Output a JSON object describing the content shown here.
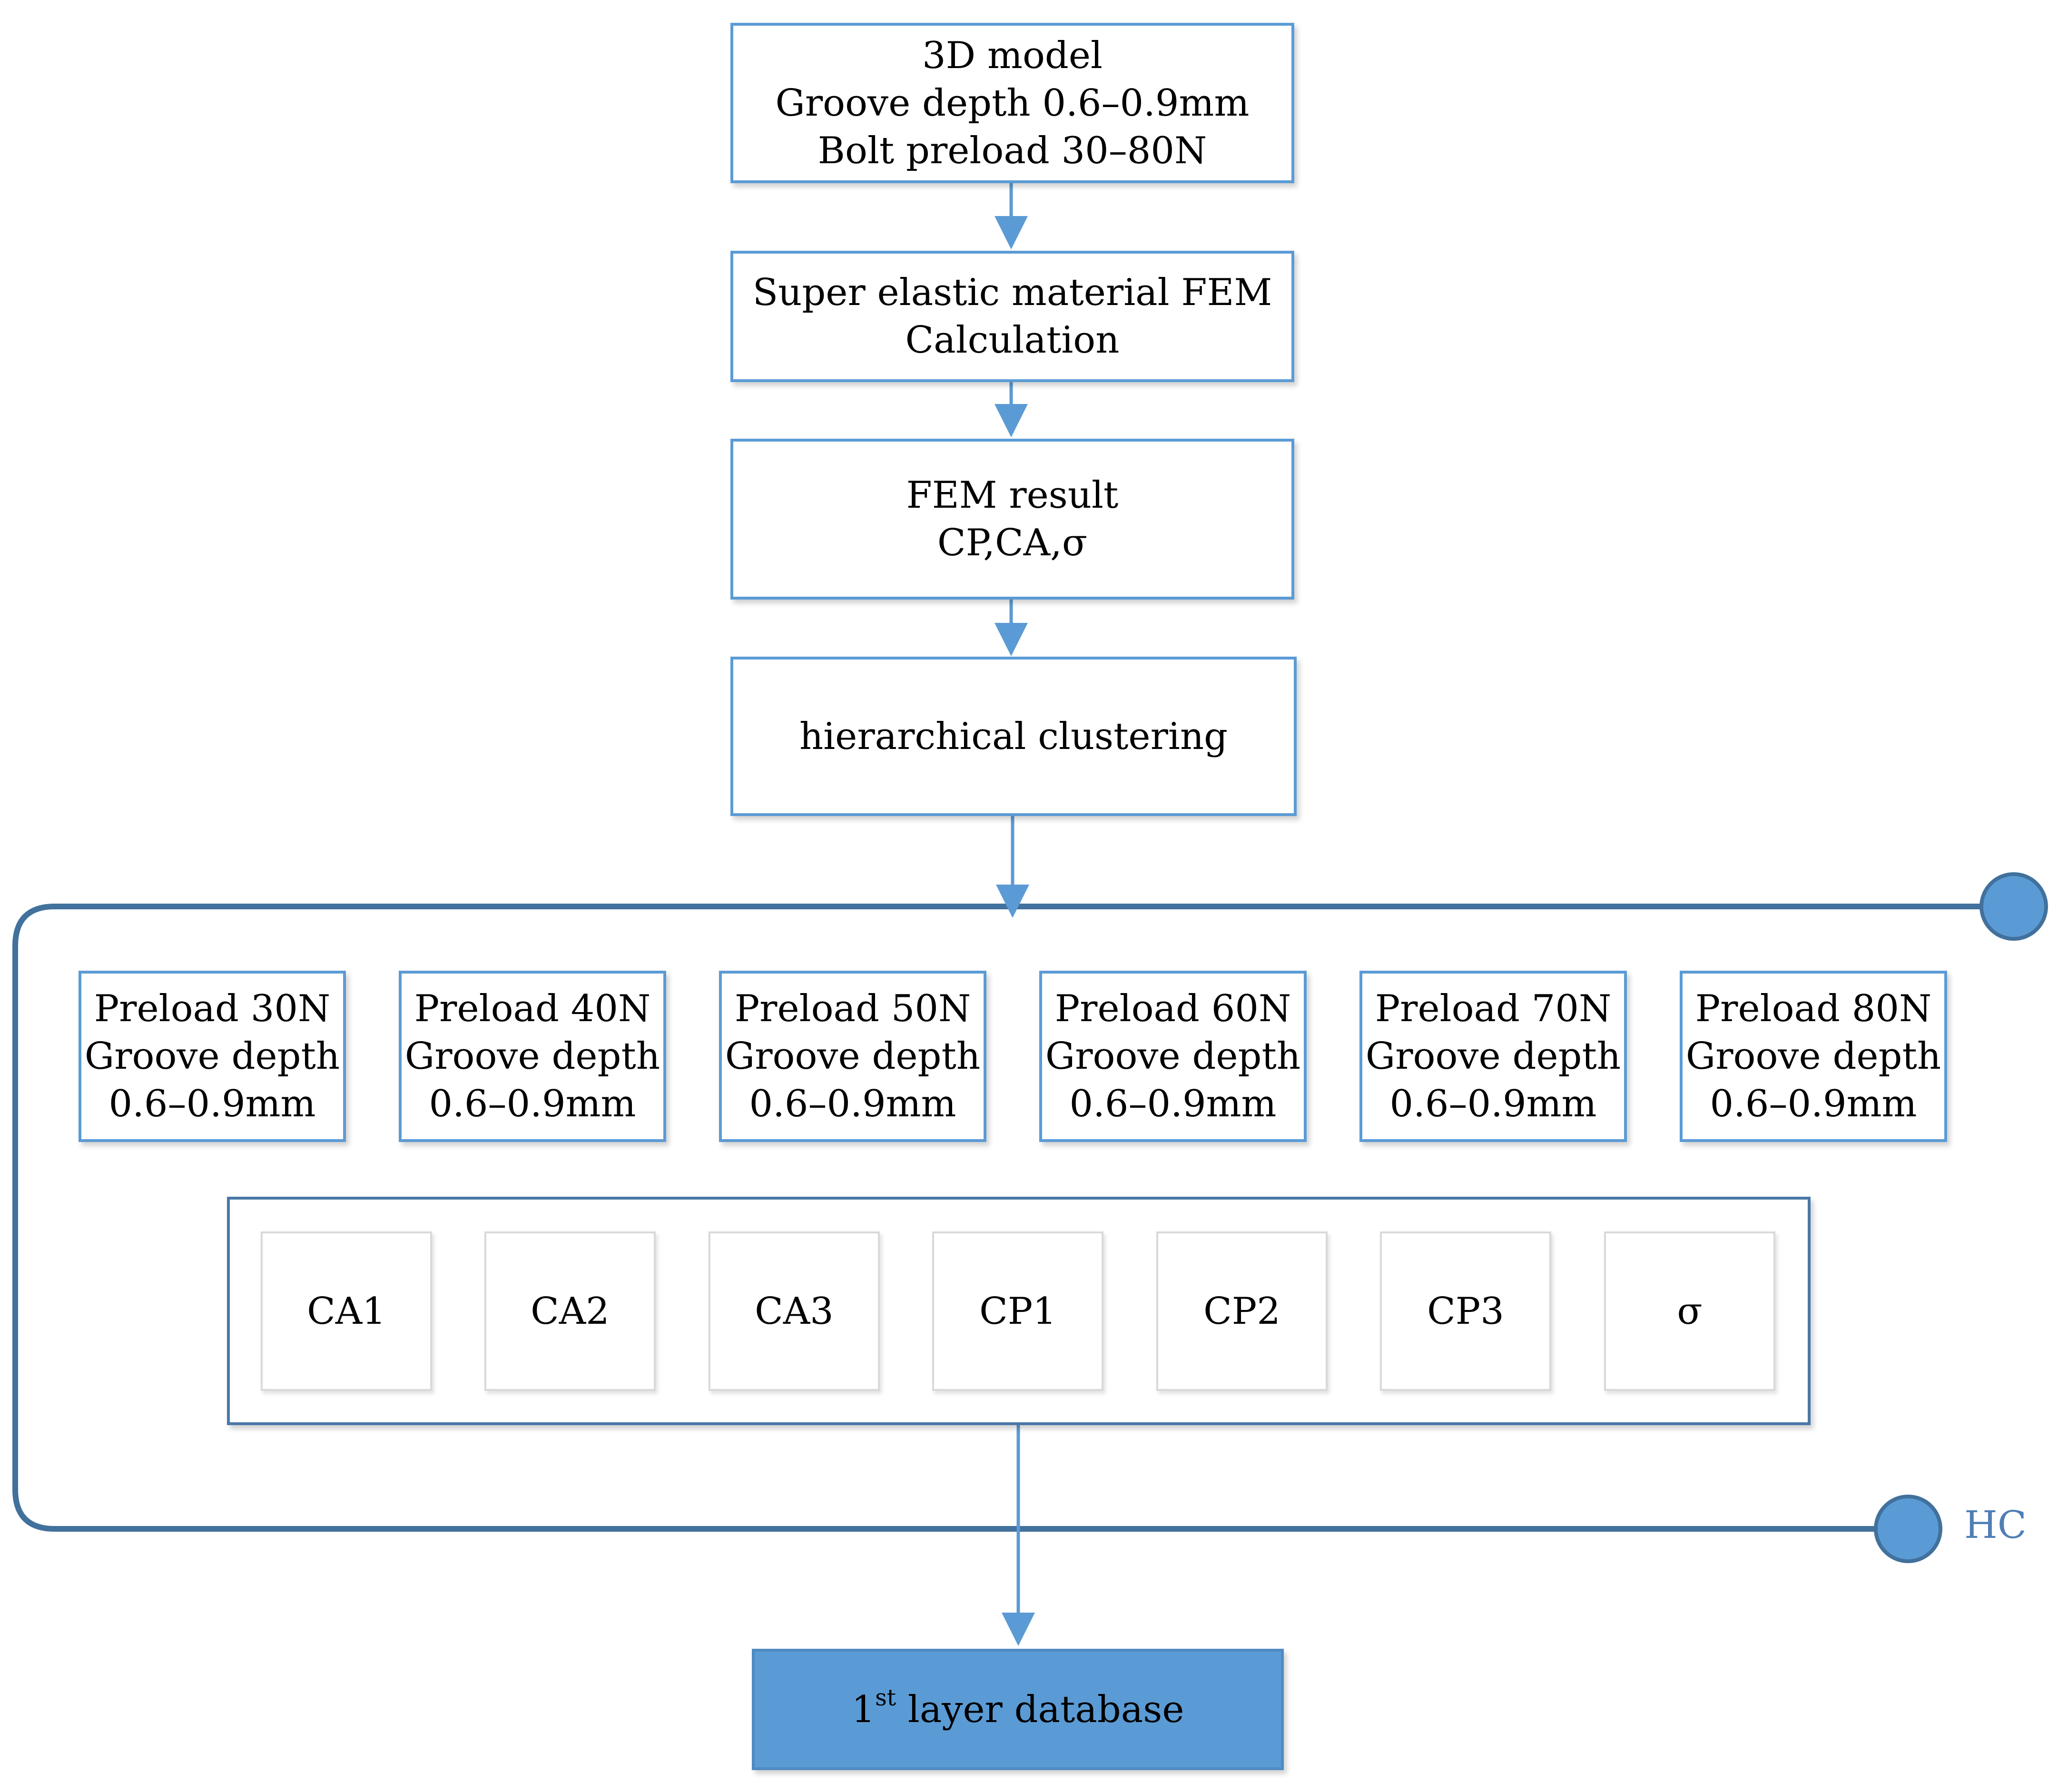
{
  "flow": {
    "model": [
      "3D model",
      "Groove depth 0.6–0.9mm",
      "Bolt preload 30–80N"
    ],
    "fem_calc": [
      "Super elastic material FEM",
      "Calculation"
    ],
    "fem_result": [
      "FEM result",
      "CP,CA,σ"
    ],
    "clustering": [
      "hierarchical clustering"
    ]
  },
  "preloads": [
    {
      "preload": "Preload 30N",
      "groove": "Groove depth",
      "range": "0.6–0.9mm"
    },
    {
      "preload": "Preload 40N",
      "groove": "Groove depth",
      "range": "0.6–0.9mm"
    },
    {
      "preload": "Preload 50N",
      "groove": "Groove depth",
      "range": "0.6–0.9mm"
    },
    {
      "preload": "Preload 60N",
      "groove": "Groove depth",
      "range": "0.6–0.9mm"
    },
    {
      "preload": "Preload 70N",
      "groove": "Groove depth",
      "range": "0.6–0.9mm"
    },
    {
      "preload": "Preload 80N",
      "groove": "Groove depth",
      "range": "0.6–0.9mm"
    }
  ],
  "features": [
    "CA1",
    "CA2",
    "CA3",
    "CP1",
    "CP2",
    "CP3",
    "σ"
  ],
  "loop_label": "HC",
  "database": {
    "num": "1",
    "sup": "st",
    "text": " layer database"
  },
  "colors": {
    "box_border": "#5b9bd5",
    "loop": "#41719c",
    "node_fill": "#5b9bd5",
    "database_fill": "#5b9bd5"
  }
}
